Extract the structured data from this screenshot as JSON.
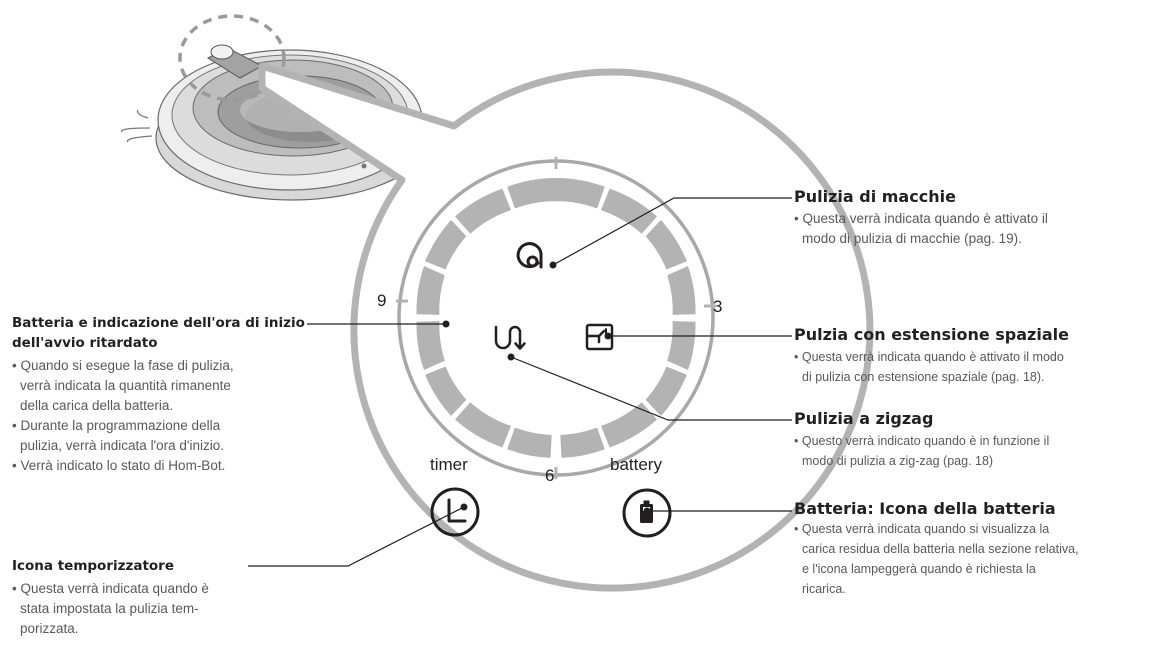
{
  "dial": {
    "marks": {
      "twelve": "",
      "three": "3",
      "six": "6",
      "nine": "9"
    },
    "timer_label": "timer",
    "battery_label": "battery"
  },
  "callouts": {
    "spot": {
      "title": "Pulizia di macchie",
      "bullet_lines": [
        "• Questa verrà indicata quando è attivato il",
        "modo di pulizia di macchie (pag. 19)."
      ]
    },
    "spiral": {
      "title": "Pulzia con estensione spaziale",
      "bullet_lines": [
        "• Questa verrà indicata quando è attivato il modo",
        "di pulizia con estensione spaziale (pag. 18)."
      ]
    },
    "zigzag": {
      "title": "Pulizia a zigzag",
      "bullet_lines": [
        "• Questo verrà indicato quando è in funzione il",
        "modo di pulizia a zig-zag (pag. 18)"
      ]
    },
    "battery": {
      "title": "Batteria: Icona della batteria",
      "bullet_lines": [
        "• Questa verrà indicata quando si visualizza la",
        "carica residua della batteria nella sezione relativa,",
        "e l'icona lampeggerà quando è richiesta la",
        "ricarica."
      ]
    },
    "reserve": {
      "title_lines": [
        "Batteria e indicazione dell'ora di inizio",
        "dell'avvio ritardato"
      ],
      "bullet_lines": [
        "• Quando si esegue la fase di pulizia,",
        "verrà indicata la quantità rimanente",
        "della carica della batteria.",
        "• Durante la programmazione della",
        "pulizia, verrà indicata l'ora d'inizio.",
        "• Verrà indicato lo stato di Hom-Bot."
      ]
    },
    "timer": {
      "title": "Icona temporizzatore",
      "bullet_lines": [
        "• Questa verrà indicata quando è",
        "stata impostata la pulizia tem-",
        "porizzata."
      ]
    }
  }
}
